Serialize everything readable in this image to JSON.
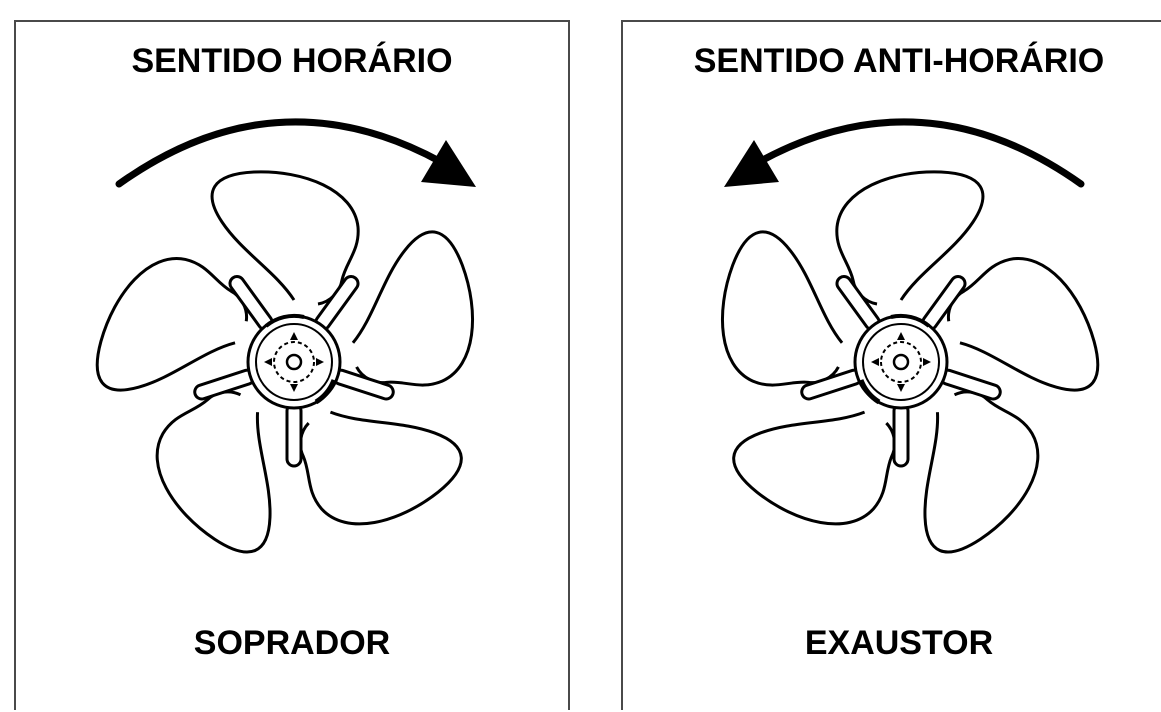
{
  "panels": [
    {
      "title": "SENTIDO HORÁRIO",
      "label": "SOPRADOR",
      "rotation_direction": "clockwise",
      "icon": "fan-icon"
    },
    {
      "title": "SENTIDO ANTI-HORÁRIO",
      "label": "EXAUSTOR",
      "rotation_direction": "counterclockwise",
      "icon": "fan-icon"
    }
  ],
  "colors": {
    "line": "#000000",
    "border": "#4a4a4a",
    "background": "#ffffff"
  }
}
